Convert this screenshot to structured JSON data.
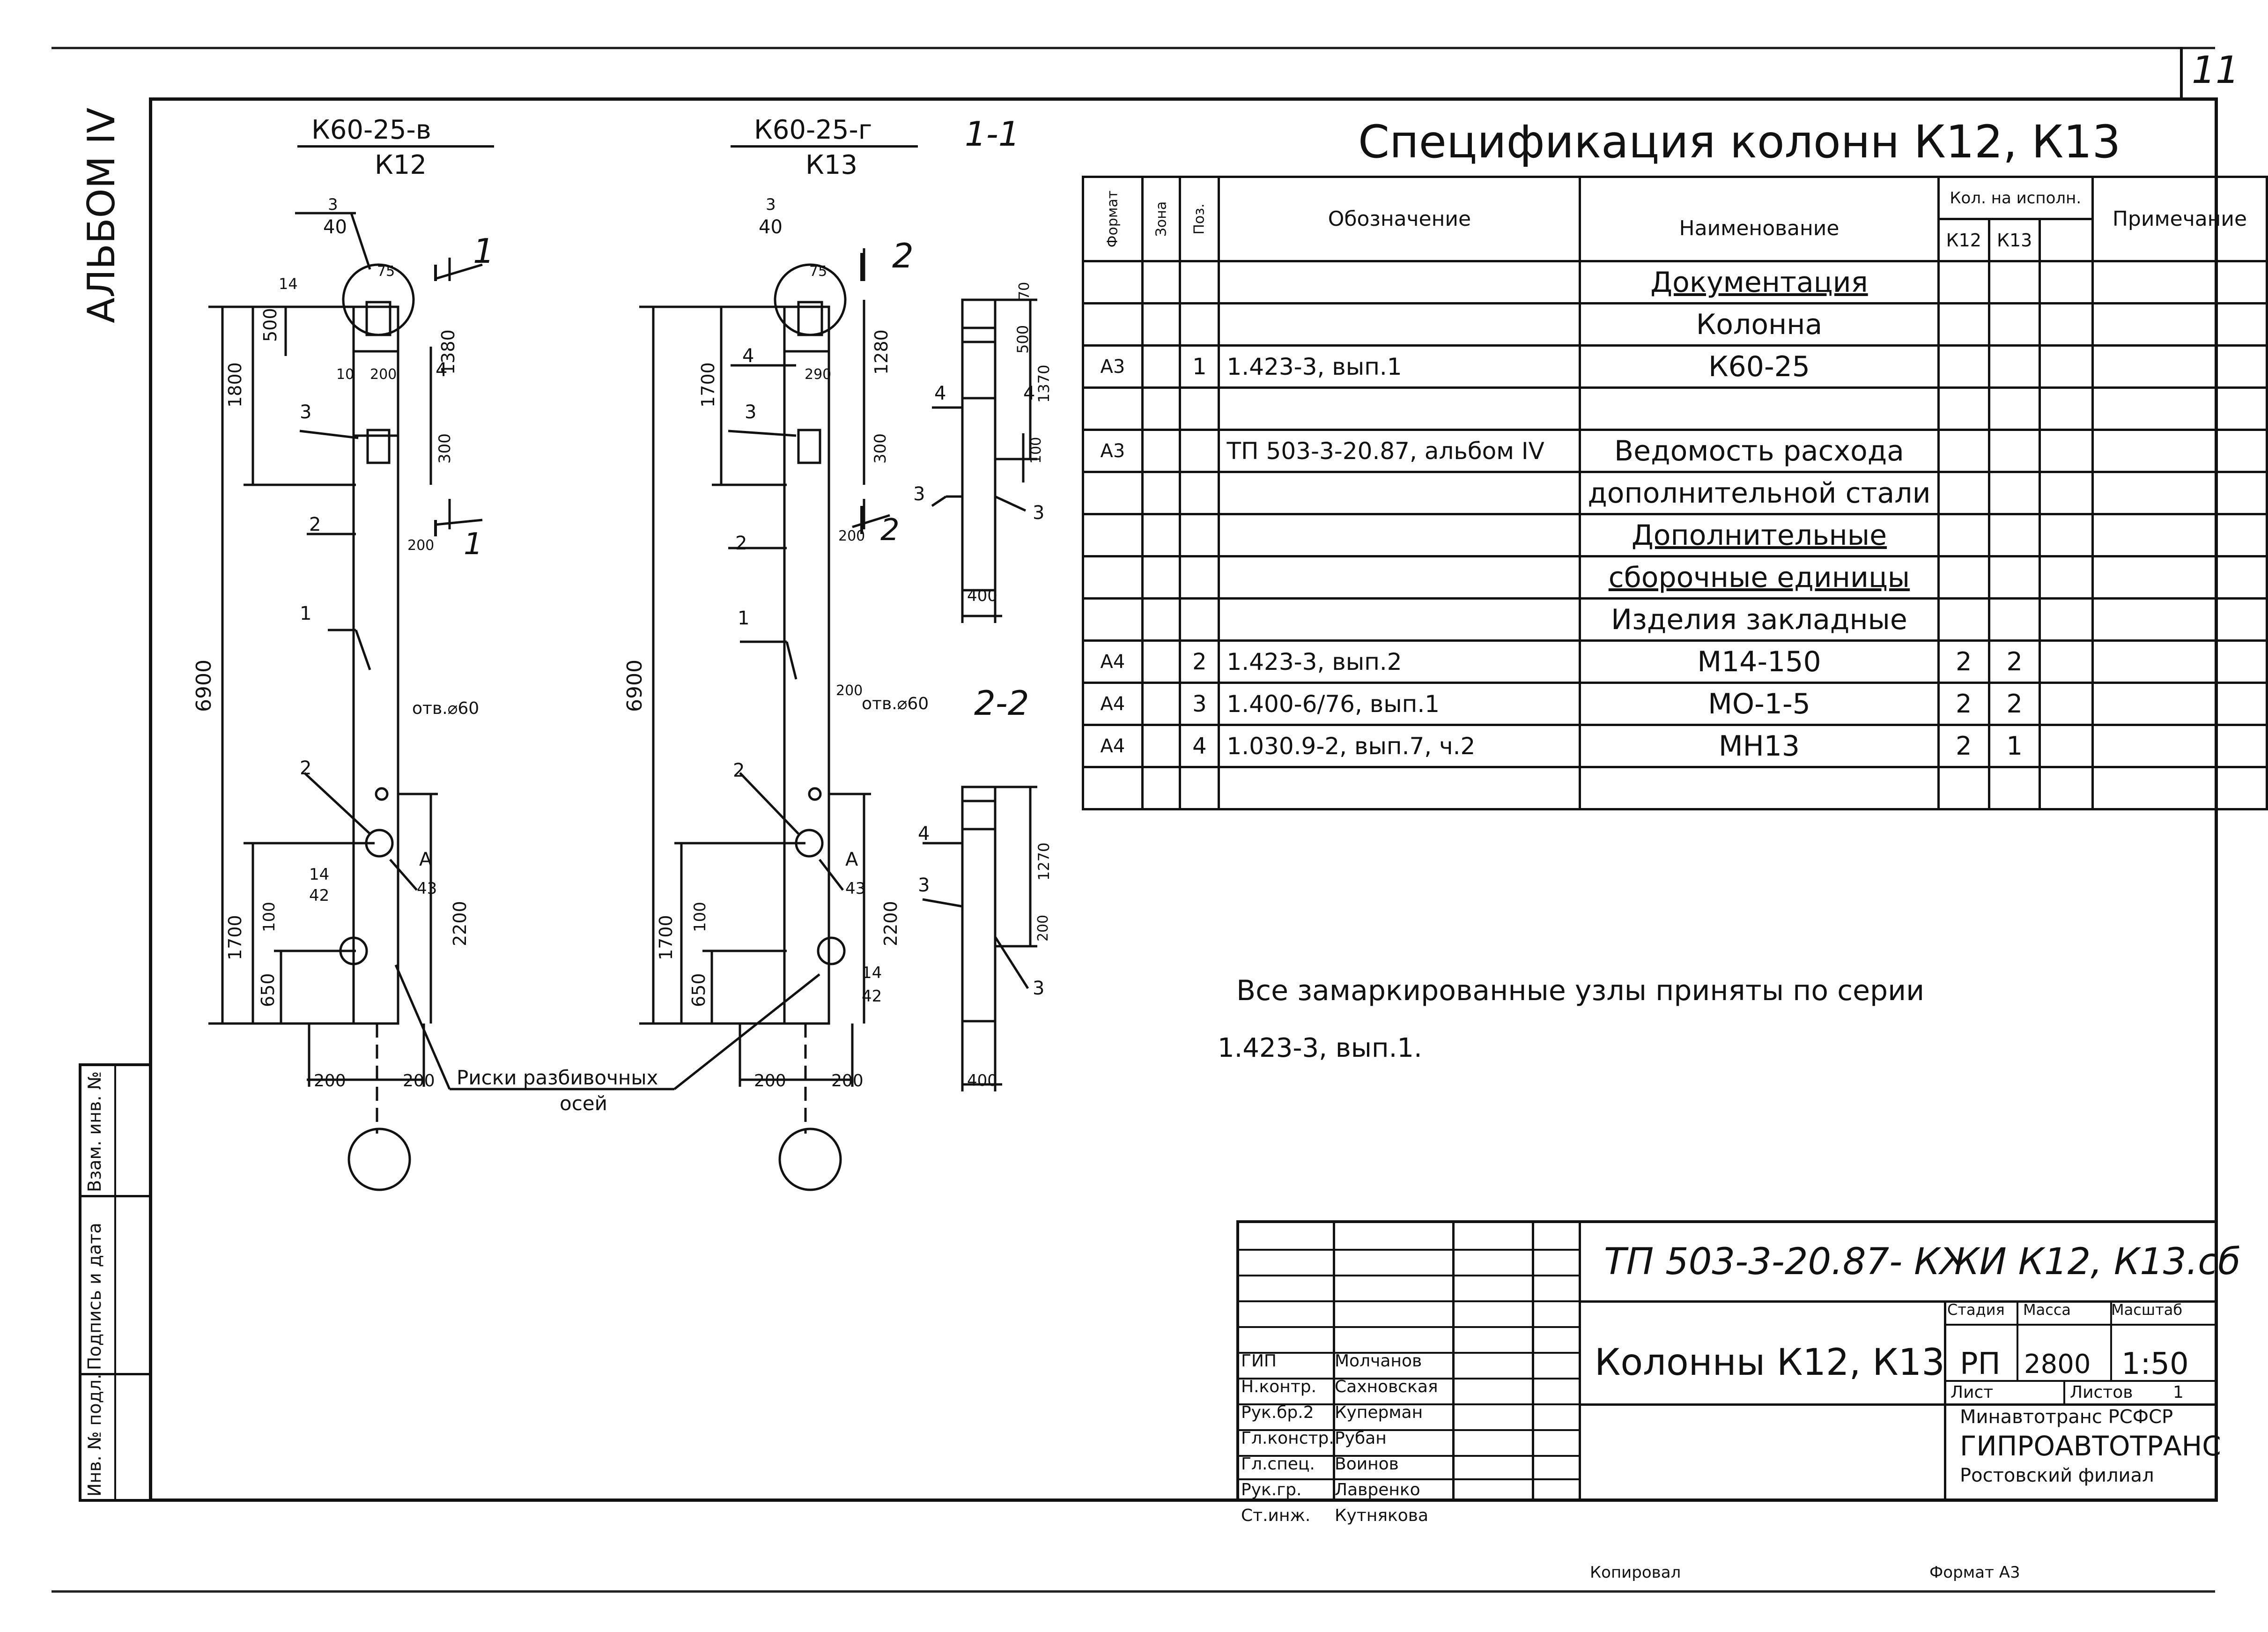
{
  "sheet_number": "11",
  "album_label": "АЛЬБОМ IV",
  "side_stamp": {
    "inv_podl": "Инв. № подл.",
    "podpis_data": "Подпись и дата",
    "vzam_inv": "Взам. инв. №"
  },
  "drawings": {
    "col1_mark": "К60-25-в",
    "col1_name": "К12",
    "col2_mark": "К60-25-г",
    "col2_name": "К13",
    "section_1_1": "1-1",
    "section_2_2": "2-2",
    "callout_top": "3",
    "callout_bottom": "40",
    "callout_A": "А",
    "callout_43": "43",
    "callout_14": "14",
    "callout_42": "42",
    "hole_label": "отв.⌀60",
    "risk_label_1": "Риски разбивочных",
    "risk_label_2": "осей",
    "pos_1": "1",
    "pos_2": "2",
    "pos_3": "3",
    "pos_4": "4",
    "dims": {
      "d6900": "6900",
      "d1800": "1800",
      "d1700": "1700",
      "d500": "500",
      "d14": "14",
      "d75": "75",
      "d10": "10",
      "d200": "200",
      "d290": "290",
      "d1380": "1380",
      "d1280": "1280",
      "d300": "300",
      "d2200": "2200",
      "d100": "100",
      "d650": "650",
      "d1370": "1370",
      "d400": "400",
      "d70": "70",
      "d1270": "1270"
    }
  },
  "spec": {
    "title": "Спецификация колонн К12, К13",
    "headers": {
      "format": "Формат",
      "zone": "Зона",
      "pos": "Поз.",
      "designation": "Обозначение",
      "name": "Наименование",
      "qty": "Кол. на исполн.",
      "k12": "К12",
      "k13": "К13",
      "note": "Примечание"
    },
    "rows": [
      {
        "format": "",
        "pos": "",
        "designation": "",
        "name": "Документация",
        "k12": "",
        "k13": "",
        "underline": true
      },
      {
        "format": "",
        "pos": "",
        "designation": "",
        "name": "Колонна",
        "k12": "",
        "k13": "",
        "underline": false
      },
      {
        "format": "А3",
        "pos": "1",
        "designation": "1.423-3, вып.1",
        "name": "К60-25",
        "k12": "",
        "k13": "",
        "cross": true
      },
      {
        "format": "",
        "pos": "",
        "designation": "",
        "name": "",
        "k12": "",
        "k13": ""
      },
      {
        "format": "А3",
        "pos": "",
        "designation": "ТП 503-3-20.87, альбом IV",
        "name": "Ведомость расхода",
        "k12": "",
        "k13": ""
      },
      {
        "format": "",
        "pos": "",
        "designation": "",
        "name": "дополнительной стали",
        "k12": "",
        "k13": "",
        "cross": true
      },
      {
        "format": "",
        "pos": "",
        "designation": "",
        "name": "Дополнительные",
        "k12": "",
        "k13": "",
        "underline": true
      },
      {
        "format": "",
        "pos": "",
        "designation": "",
        "name": "сборочные единицы",
        "k12": "",
        "k13": "",
        "underline": true
      },
      {
        "format": "",
        "pos": "",
        "designation": "",
        "name": "Изделия закладные",
        "k12": "",
        "k13": ""
      },
      {
        "format": "А4",
        "pos": "2",
        "designation": "1.423-3, вып.2",
        "name": "М14-150",
        "k12": "2",
        "k13": "2"
      },
      {
        "format": "А4",
        "pos": "3",
        "designation": "1.400-6/76, вып.1",
        "name": "МО-1-5",
        "k12": "2",
        "k13": "2"
      },
      {
        "format": "А4",
        "pos": "4",
        "designation": "1.030.9-2, вып.7, ч.2",
        "name": "МН13",
        "k12": "2",
        "k13": "1"
      },
      {
        "format": "",
        "pos": "",
        "designation": "",
        "name": "",
        "k12": "",
        "k13": ""
      }
    ]
  },
  "note_line1": "Все замаркированные узлы приняты по серии",
  "note_line2": "1.423-3, вып.1.",
  "title_block": {
    "code": "ТП 503-3-20.87- КЖИ К12, К13.сб",
    "name": "Колонны К12, К13",
    "stage_label": "Стадия",
    "mass_label": "Масса",
    "scale_label": "Масштаб",
    "stage": "РП",
    "mass": "2800",
    "scale": "1:50",
    "sheet_label": "Лист",
    "sheets_label": "Листов",
    "sheets": "1",
    "org1": "Минавтотранс РСФСР",
    "org2": "ГИПРОАВТОТРАНС",
    "org3": "Ростовский филиал",
    "people": [
      {
        "role": "ГИП",
        "name": "Молчанов"
      },
      {
        "role": "Н.контр.",
        "name": "Сахновская"
      },
      {
        "role": "Рук.бр.2",
        "name": "Куперман"
      },
      {
        "role": "Гл.констр.",
        "name": "Рубан"
      },
      {
        "role": "Гл.спец.",
        "name": "Воинов"
      },
      {
        "role": "Рук.гр.",
        "name": "Лавренко"
      },
      {
        "role": "Ст.инж.",
        "name": "Кутнякова"
      }
    ]
  },
  "footer": {
    "copied": "Копировал",
    "format": "Формат А3"
  }
}
